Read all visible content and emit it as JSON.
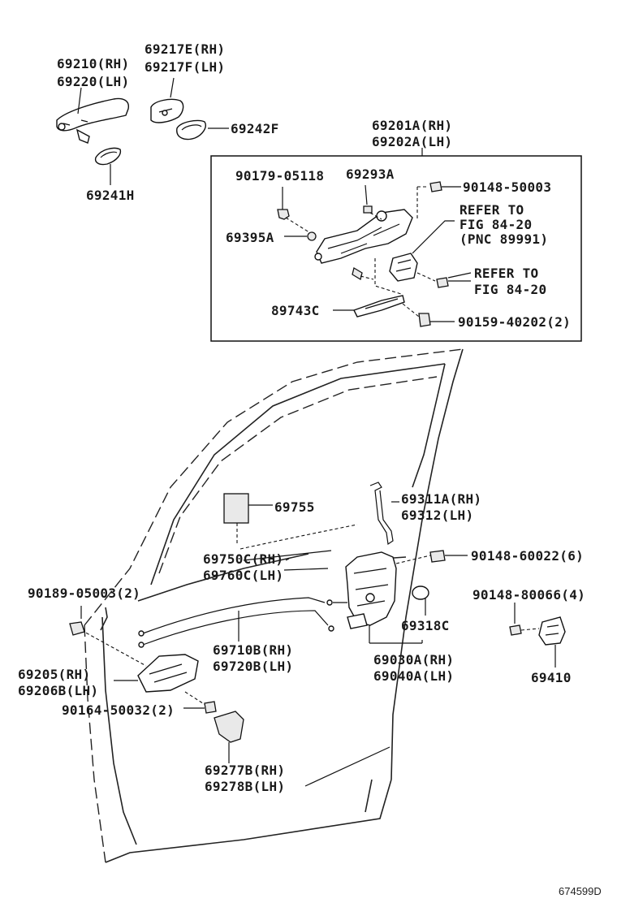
{
  "diagram_id": "674599D",
  "labels": {
    "outer_handle": [
      "69210(RH)",
      "69220(LH)"
    ],
    "handle_cover": [
      "69217E(RH)",
      "69217F(LH)"
    ],
    "handle_pad": "69242F",
    "handle_pad_rear": "69241H",
    "lock_cylinder_set": [
      "69201A(RH)",
      "69202A(LH)"
    ],
    "screw_a": "90179-05118",
    "screw_b": "69293A",
    "screw_c": "90148-50003",
    "refer_1": [
      "REFER TO",
      "FIG 84-20",
      "(PNC 89991)"
    ],
    "clip": "69395A",
    "refer_2": [
      "REFER TO",
      "FIG 84-20"
    ],
    "protector": "89743C",
    "bolt": "90159-40202(2)",
    "lock_rod": [
      "69311A(RH)",
      "69312(LH)"
    ],
    "pad": "69755",
    "cable_upper": [
      "69750C(RH)",
      "69760C(LH)"
    ],
    "screw_lock": "90148-60022(6)",
    "clip_inner": "90189-05003(2)",
    "screw_striker": "90148-80066(4)",
    "cable_lower": [
      "69710B(RH)",
      "69720B(LH)"
    ],
    "grommet": "69318C",
    "inside_handle": [
      "69205(RH)",
      "69206B(LH)"
    ],
    "door_lock": [
      "69030A(RH)",
      "69040A(LH)"
    ],
    "striker": "69410",
    "screw_handle": "90164-50032(2)",
    "bezel": [
      "69277B(RH)",
      "69278B(LH)"
    ]
  }
}
